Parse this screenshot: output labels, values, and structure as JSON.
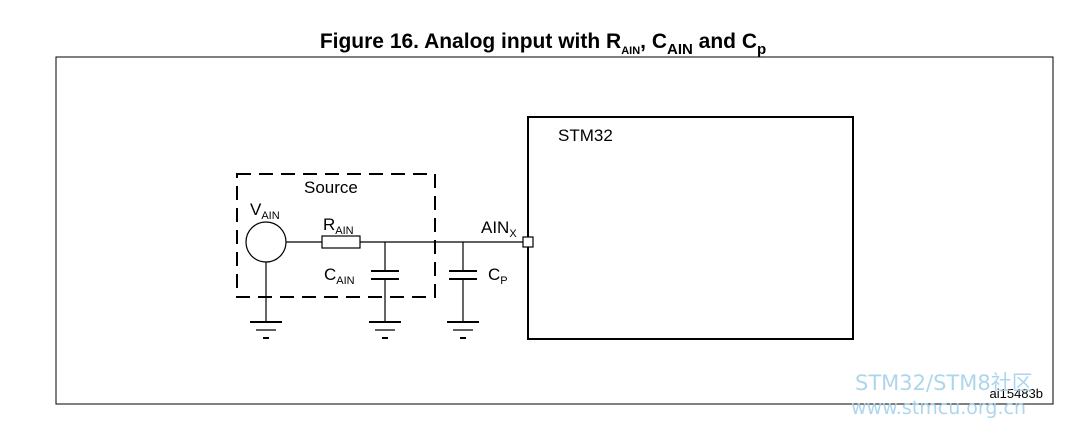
{
  "figure": {
    "title_main": "Figure 16. Analog input with R",
    "title_sub_r": "AIN",
    "title_mid": ", C",
    "title_sub_c": "AIN",
    "title_and": " and C",
    "title_sub_p": "p"
  },
  "mcu": {
    "label": "STM32"
  },
  "source_box": {
    "label": "Source"
  },
  "vain": {
    "main": "V",
    "sub": "AIN"
  },
  "rain": {
    "main": "R",
    "sub": "AIN"
  },
  "cain": {
    "main": "C",
    "sub": "AIN"
  },
  "cp": {
    "main": "C",
    "sub": "P"
  },
  "ainx": {
    "main": "AIN",
    "sub": "X"
  },
  "reference": "ai15483b",
  "watermark": {
    "line1": "STM32/STM8社区",
    "line2": "www.stmcu.org.cn"
  }
}
